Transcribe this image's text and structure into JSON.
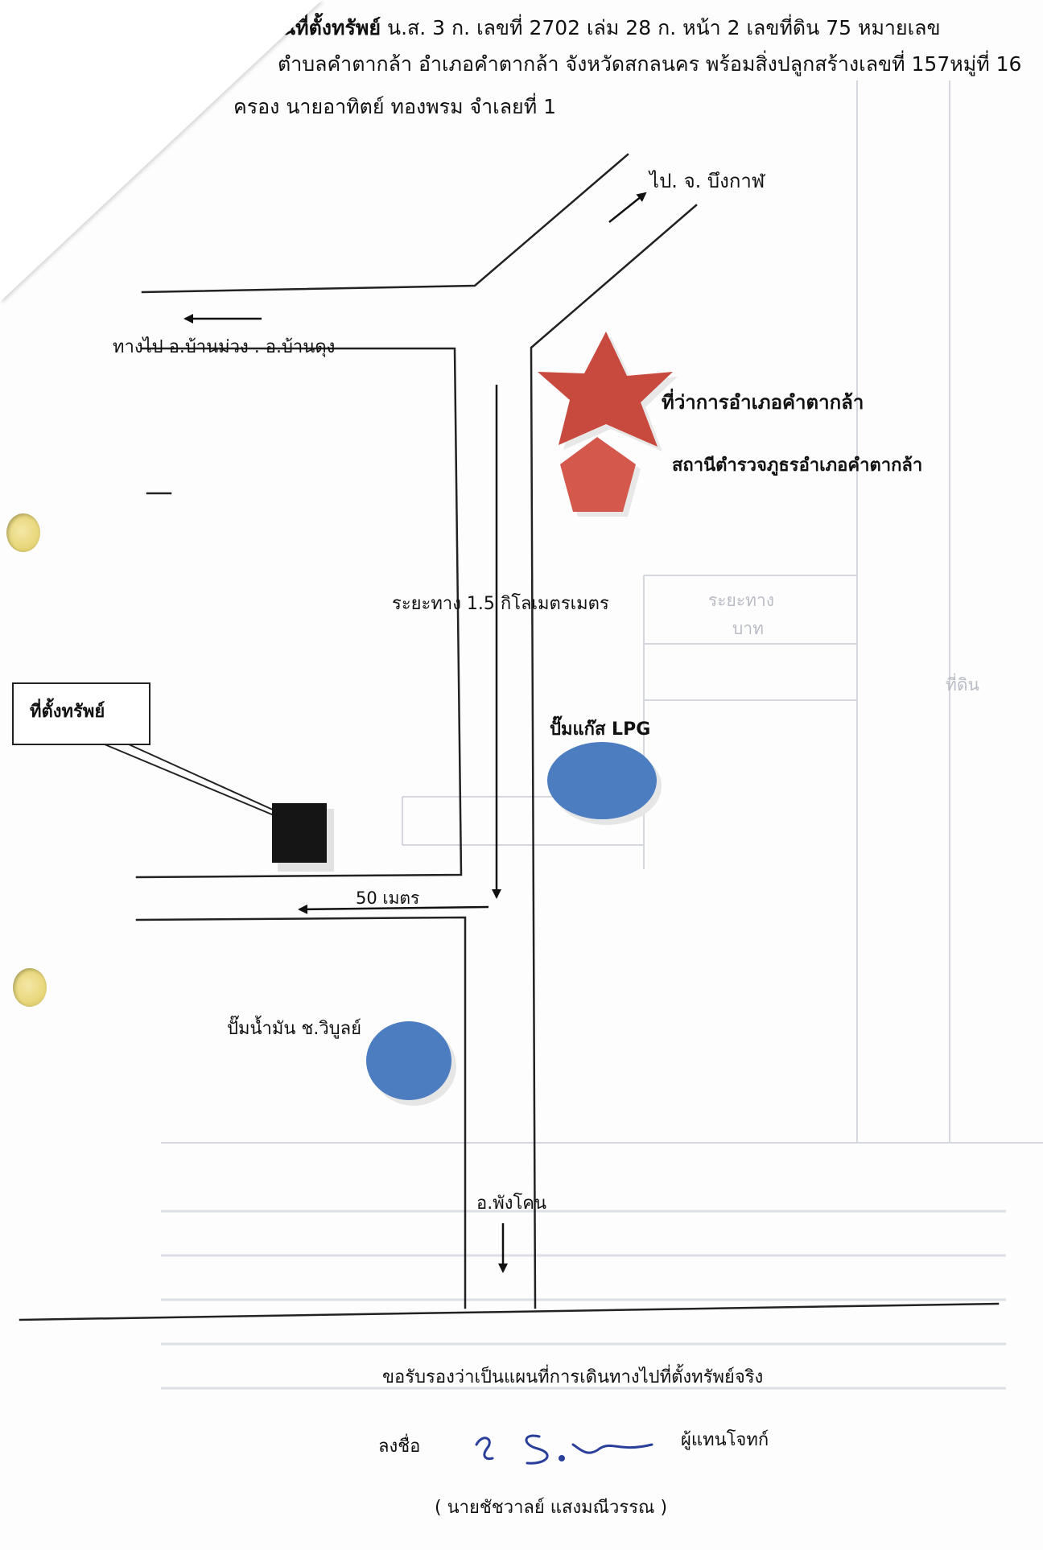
{
  "header": {
    "line1_bold": "นที่ตั้งทรัพย์",
    "line1_rest": " น.ส. 3 ก. เลขที่ 2702 เล่ม 28 ก. หน้า 2  เลขที่ดิน 75  หมายเลข",
    "line2": "ตำบลคำตากล้า อำเภอคำตากล้า จังหวัดสกลนคร พร้อมสิ่งปลูกสร้างเลขที่ 157หมู่ที่ 16",
    "line3": "ครอง นายอาทิตย์ ทองพรม จำเลยที่ 1"
  },
  "map": {
    "to_bueng_kan": "ไป. จ. บึงกาฬ",
    "to_ban_muang": "ทางไป อ.บ้านม่วง . อ.บ้านดุง",
    "district_office": "ที่ว่าการอำเภอคำตากล้า",
    "police_station": "สถานีตำรวจภูธรอำเภอคำตากล้า",
    "distance": "ระยะทาง 1.5  กิโลเมตรเมตร",
    "property_location": "ที่ตั้งทรัพย์",
    "lpg_station": "ปั๊มแก๊ส LPG",
    "meters_50": "50 เมตร",
    "oil_station": "ปั๊มน้ำมัน ช.วิบูลย์",
    "to_phang_khon": "อ.พังโคน"
  },
  "legend_colors": {
    "star": "#c8493d",
    "pentagon": "#d4584b",
    "circle": "#4c7dc0",
    "property_marker": "#151515"
  },
  "footer": {
    "certification": "ขอรับรองว่าเป็นแผนที่การเดินทางไปที่ตั้งทรัพย์จริง",
    "signature_label": "ลงชื่อ",
    "representative": "ผู้แทนโจทก์",
    "signer_name": "( นายชัชวาลย์ แสงมณีวรรณ )"
  },
  "bleed_through": {
    "text_1": "ระยะทาง",
    "text_2": "บาท",
    "text_3": "ที่ดิน"
  }
}
